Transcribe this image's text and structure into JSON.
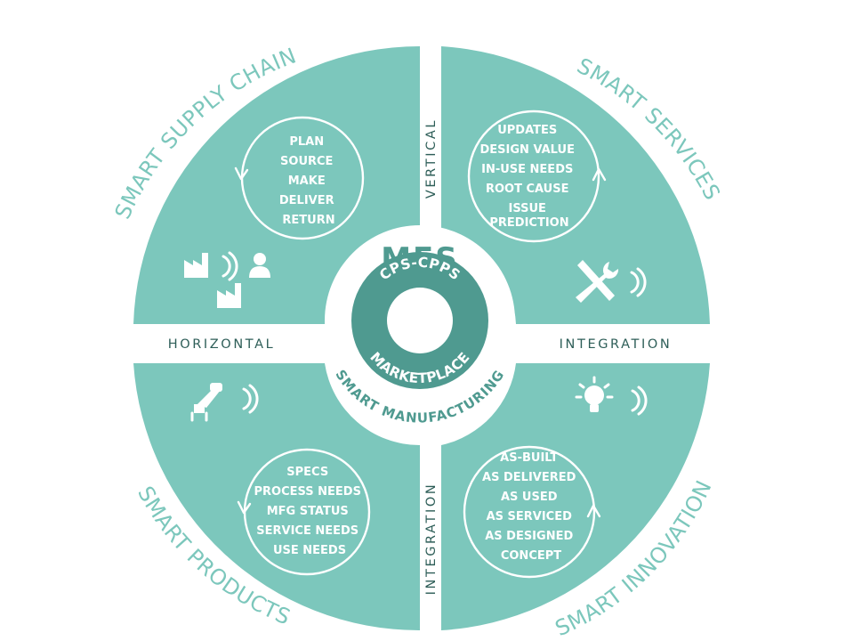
{
  "diagram": {
    "center": {
      "title": "MES",
      "ring_top": "CPS-CPPS",
      "ring_bottom": "MARKETPLACE",
      "arc_text": "SMART MANUFACTURING"
    },
    "axis_labels": {
      "top": "VERTICAL",
      "bottom": "INTEGRATION",
      "left": "HORIZONTAL",
      "right": "INTEGRATION"
    },
    "quadrants": {
      "top_left": {
        "title": "SMART SUPPLY CHAIN",
        "items": [
          "PLAN",
          "SOURCE",
          "MAKE",
          "DELIVER",
          "RETURN"
        ],
        "icons": [
          "factory-icon",
          "wireless-signal-icon",
          "person-icon",
          "factory-icon"
        ]
      },
      "top_right": {
        "title": "SMART SERVICES",
        "items": [
          "UPDATES",
          "DESIGN VALUE",
          "IN-USE NEEDS",
          "ROOT CAUSE",
          "ISSUE",
          "PREDICTION"
        ],
        "icons": [
          "tools-icon",
          "wireless-signal-icon"
        ]
      },
      "bottom_left": {
        "title": "SMART PRODUCTS",
        "items": [
          "SPECS",
          "PROCESS NEEDS",
          "MFG STATUS",
          "SERVICE NEEDS",
          "USE NEEDS"
        ],
        "icons": [
          "robot-arm-icon",
          "wireless-signal-icon"
        ]
      },
      "bottom_right": {
        "title": "SMART INNOVATION",
        "items": [
          "AS-BUILT",
          "AS DELIVERED",
          "AS USED",
          "AS SERVICED",
          "AS DESIGNED",
          "CONCEPT"
        ],
        "icons": [
          "lightbulb-icon",
          "wireless-signal-icon"
        ]
      }
    },
    "colors": {
      "quadrant": "#7cc7bc",
      "accent_dark": "#4f9a90",
      "axis_text": "#2e5e58",
      "background": "#ffffff"
    }
  }
}
